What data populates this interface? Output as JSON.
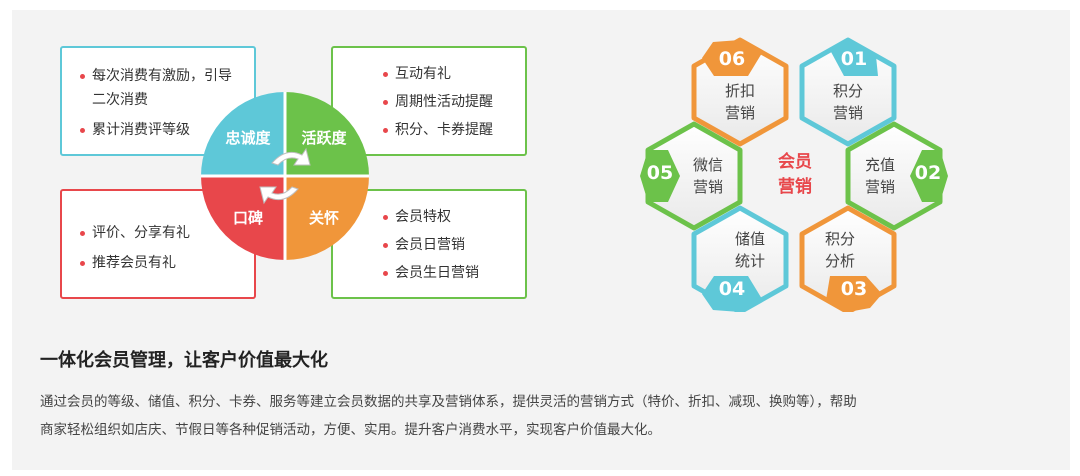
{
  "boxes": {
    "top_left": {
      "items": [
        "每次消费有激励，引导二次消费",
        "累计消费评等级"
      ],
      "color": "#5ec8d8"
    },
    "top_right": {
      "items": [
        "互动有礼",
        "周期性活动提醒",
        "积分、卡券提醒"
      ],
      "color": "#6cc24a"
    },
    "bottom_left": {
      "items": [
        "评价、分享有礼",
        "推荐会员有礼"
      ],
      "color": "#e8474b"
    },
    "bottom_right": {
      "items": [
        "会员特权",
        "会员日营销",
        "会员生日营销"
      ],
      "color": "#6cc24a"
    }
  },
  "quadrants": {
    "loyalty": {
      "label": "忠诚度",
      "color": "#5ec8d8"
    },
    "activity": {
      "label": "活跃度",
      "color": "#6cc24a"
    },
    "word_of_mouth": {
      "label": "口碑",
      "color": "#e8474b"
    },
    "care": {
      "label": "关怀",
      "color": "#f0963a"
    }
  },
  "hex_center": {
    "line1": "会员",
    "line2": "营销"
  },
  "hexagons": [
    {
      "num": "01",
      "line1": "积分",
      "line2": "营销",
      "color": "#5ec8d8"
    },
    {
      "num": "02",
      "line1": "充值",
      "line2": "营销",
      "color": "#6cc24a"
    },
    {
      "num": "03",
      "line1": "积分",
      "line2": "分析",
      "color": "#f0963a"
    },
    {
      "num": "04",
      "line1": "储值",
      "line2": "统计",
      "color": "#5ec8d8"
    },
    {
      "num": "05",
      "line1": "微信",
      "line2": "营销",
      "color": "#6cc24a"
    },
    {
      "num": "06",
      "line1": "折扣",
      "line2": "营销",
      "color": "#f0963a"
    }
  ],
  "heading": "一体化会员管理，让客户价值最大化",
  "description_line1": "通过会员的等级、储值、积分、卡券、服务等建立会员数据的共享及营销体系，提供灵活的营销方式（特价、折扣、减现、换购等），帮助",
  "description_line2": "商家轻松组织如店庆、节假日等各种促销活动，方便、实用。提升客户消费水平，实现客户价值最大化。"
}
